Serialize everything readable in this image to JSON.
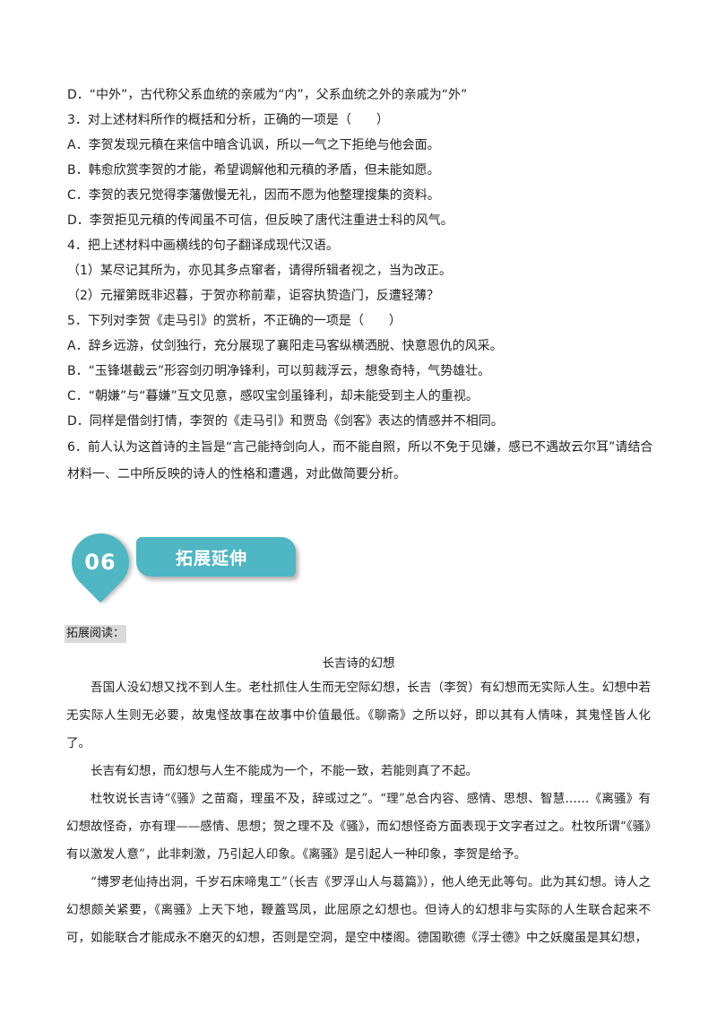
{
  "questions": {
    "q2_option_d": "D．“中外”，古代称父系血统的亲戚为“内”，父系血统之外的亲戚为“外”",
    "q3_stem": "3．对上述材料所作的概括和分析，正确的一项是（　　）",
    "q3_a": "A．李贺发现元稹在来信中暗含讥讽，所以一气之下拒绝与他会面。",
    "q3_b": "B．韩愈欣赏李贺的才能，希望调解他和元稹的矛盾，但未能如愿。",
    "q3_c": "C．李贺的表兄觉得李藩傲慢无礼，因而不愿为他整理搜集的资料。",
    "q3_d": "D．李贺拒见元稹的传闻虽不可信，但反映了唐代注重进士科的风气。",
    "q4_stem": "4．把上述材料中画横线的句子翻译成现代汉语。",
    "q4_1": "（1）某尽记其所为，亦见其多点窜者，请得所辑者视之，当为改正。",
    "q4_2": "（2）元擢第既非迟暮，于贺亦称前辈，讵容执贽造门，反遭轻薄？",
    "q5_stem": "5．下列对李贺《走马引》的赏析，不正确的一项是（　　）",
    "q5_a": "A．辞乡远游，仗剑独行，充分展现了襄阳走马客纵横洒脱、快意恩仇的风采。",
    "q5_b": "B．“玉锋堪截云”形容剑刃明净锋利，可以剪裁浮云，想象奇特，气势雄壮。",
    "q5_c": "C．“朝嫌”与“暮嫌”互文见意，感叹宝剑虽锋利，却未能受到主人的重视。",
    "q5_d": "D．同样是借剑打情，李贺的《走马引》和贾岛《剑客》表达的情感并不相同。",
    "q6": "6．前人认为这首诗的主旨是“言己能持剑向人，而不能自照，所以不免于见嫌，感已不遇故云尔耳”请结合材料一、二中所反映的诗人的性格和遭遇，对此做简要分析。"
  },
  "section": {
    "number": "06",
    "title": "拓展延伸"
  },
  "extension": {
    "label": "拓展阅读：",
    "title": "长吉诗的幻想",
    "paragraphs": [
      "吾国人没幻想又找不到人生。老杜抓住人生而无空际幻想，长吉（李贺）有幻想而无实际人生。幻想中若无实际人生则无必要，故鬼怪故事在故事中价值最低。《聊斋》之所以好，即以其有人情味，其鬼怪皆人化了。",
      "长吉有幻想，而幻想与人生不能成为一个，不能一致，若能则真了不起。",
      "杜牧说长吉诗“《骚》之苗裔，理虽不及，辞或过之”。“理”总合内容、感情、思想、智慧……《离骚》有幻想故怪奇，亦有理——感情、思想；贺之理不及《骚》，而幻想怪奇方面表现于文字者过之。杜牧所谓“《骚》有以激发人意”，此非刺激，乃引起人印象。《离骚》是引起人一种印象，李贺是给予。",
      "“博罗老仙持出洞，千岁石床啼鬼工”（长吉《罗浮山人与葛篇》），他人绝无此等句。此为其幻想。诗人之幻想颇关紧要，《离骚》上天下地，鞭蓋骂凤，此屈原之幻想也。但诗人的幻想非与实际的人生联合起来不可，如能联合才能成永不磨灭的幻想，否则是空洞，是空中楼阁。德国歌德《浮士德》中之妖魔虽是其幻想，"
    ]
  },
  "colors": {
    "banner": "#4fb6c3"
  }
}
